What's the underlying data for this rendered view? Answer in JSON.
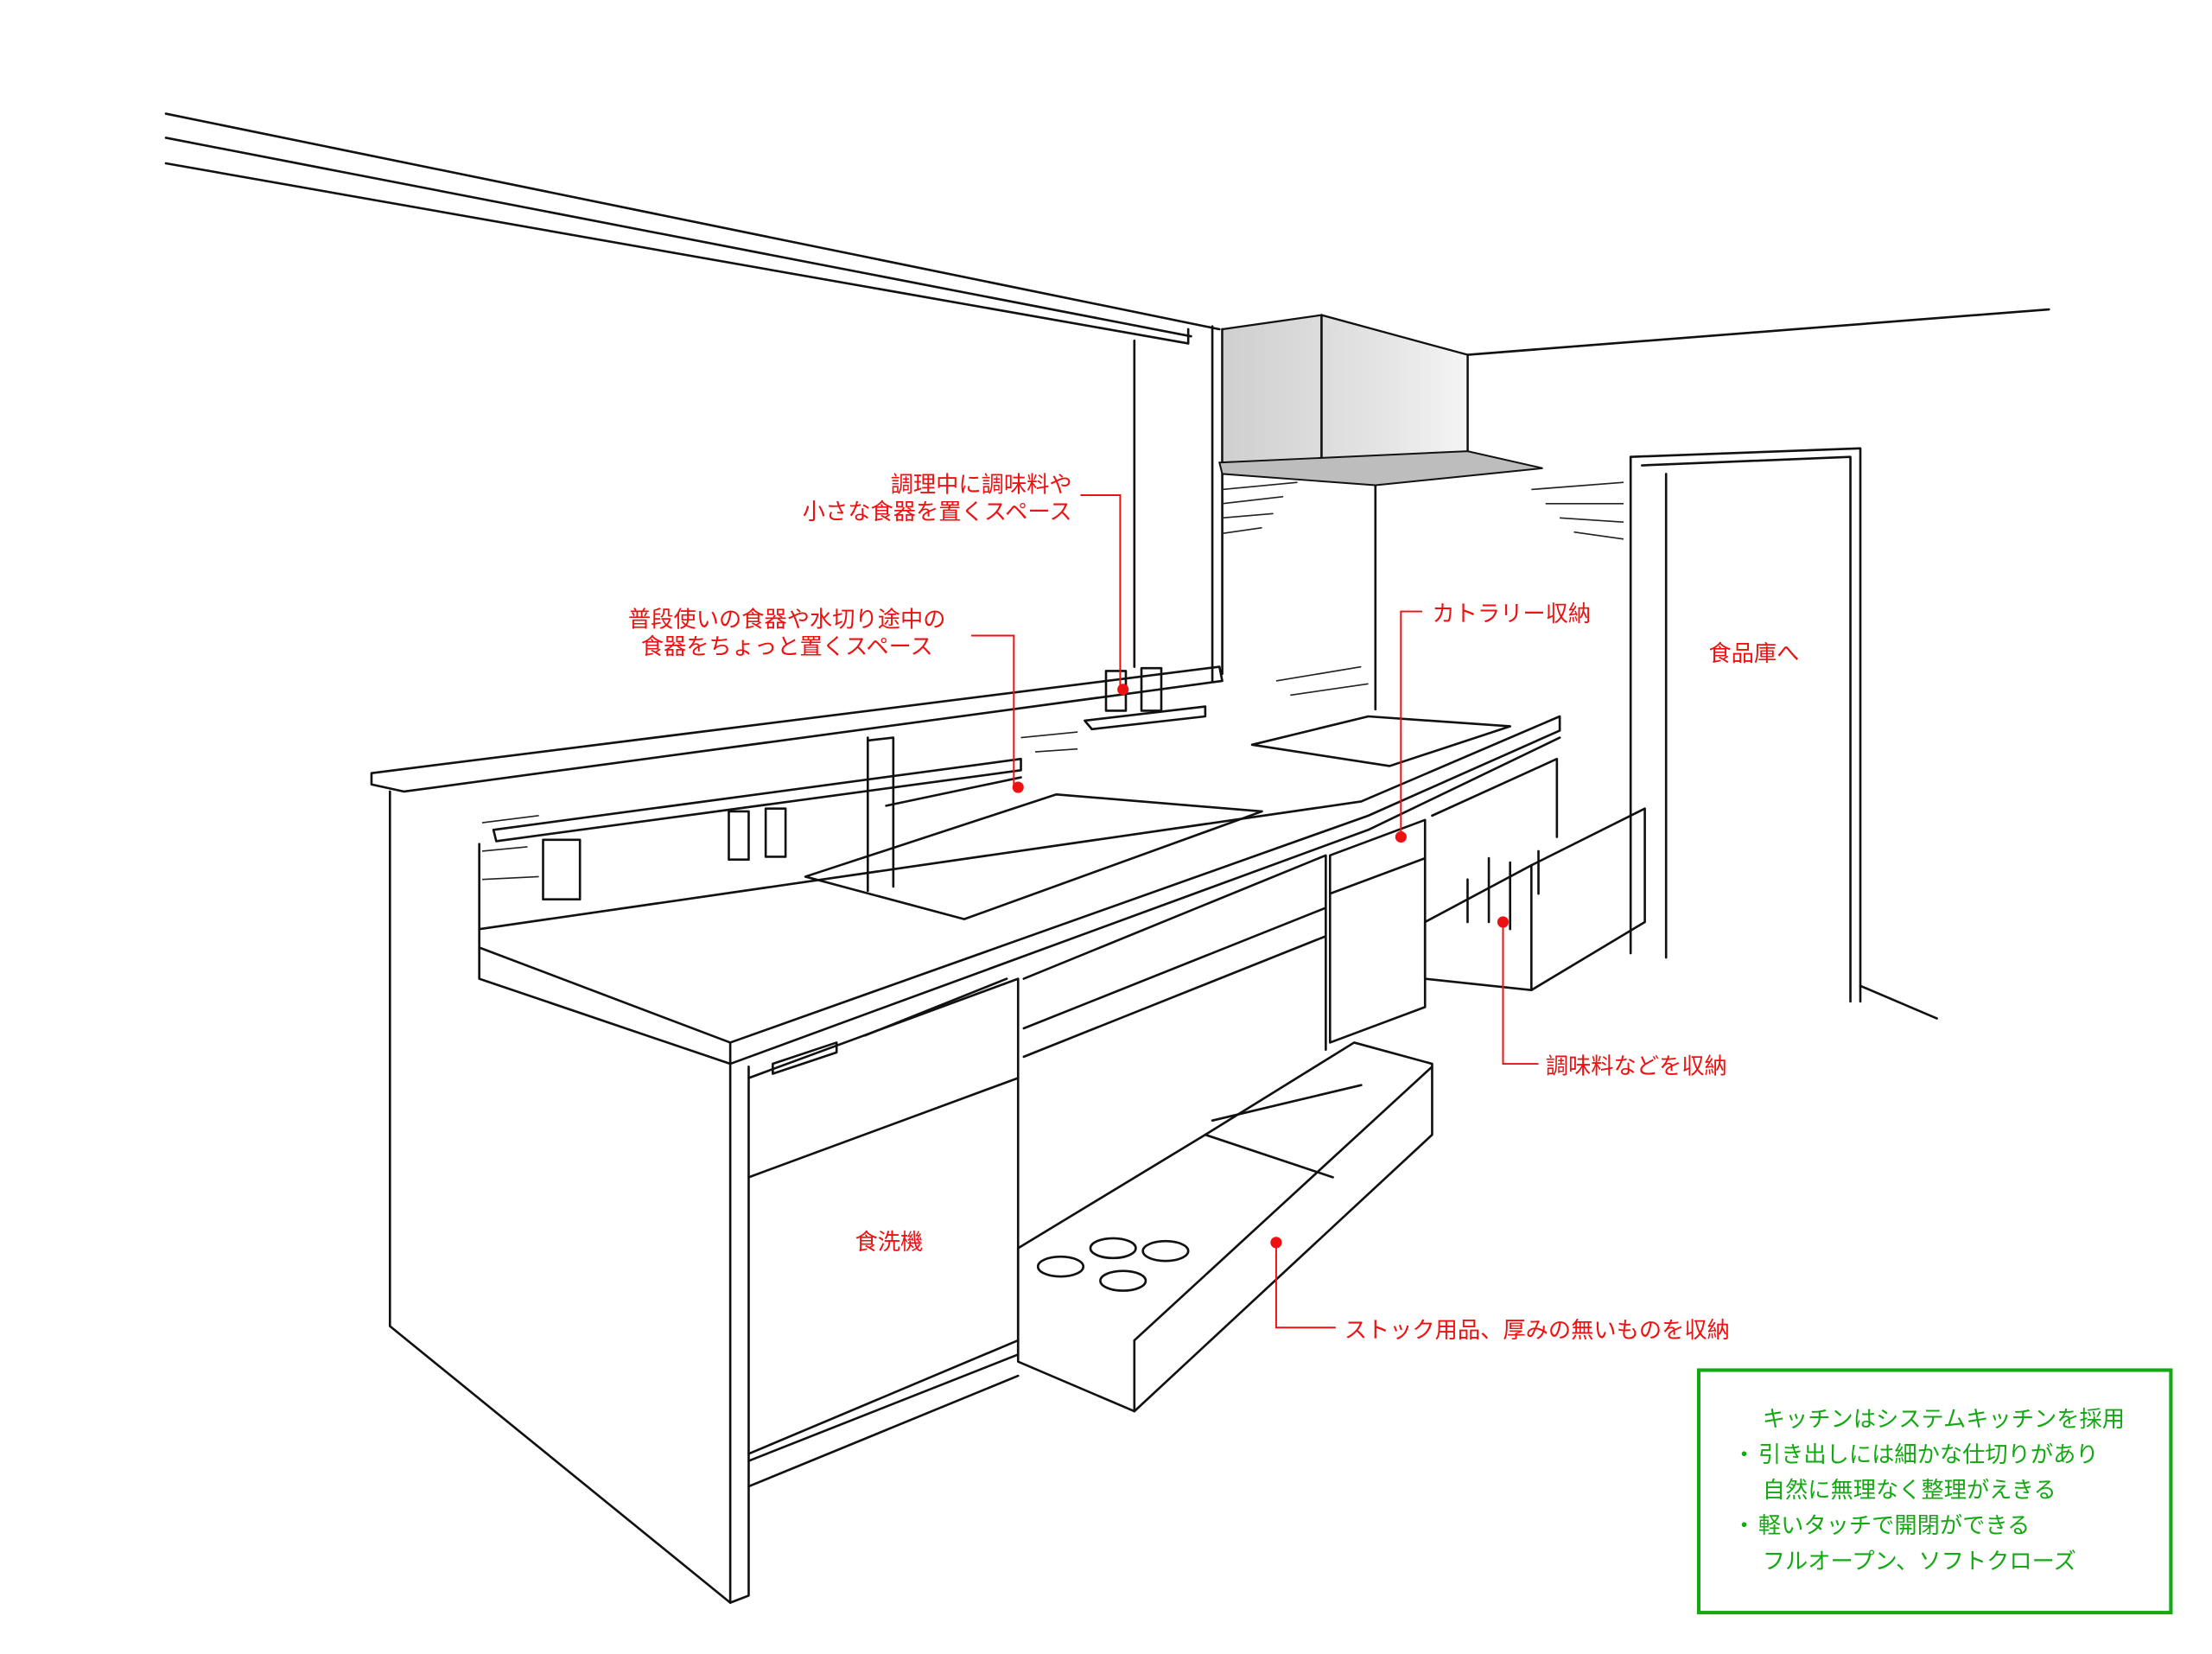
{
  "labels": {
    "seasoning_space": [
      "調理中に調味料や",
      "小さな食器を置くスペース"
    ],
    "dish_space": [
      "普段使いの食器や水切り途中の",
      "食器をちょっと置くスペース"
    ],
    "cutlery": "カトラリー収納",
    "pantry": "食品庫へ",
    "seasoning_storage": "調味料などを収納",
    "dishwasher": "食洗機",
    "stock_storage": "ストック用品、厚みの無いものを収納"
  },
  "note": {
    "lines": [
      "キッチンはシステムキッチンを採用",
      "引き出しには細かな仕切りがあり",
      "自然に無理なく整理がえきる",
      "軽いタッチで開閉ができる",
      "フルオープン、ソフトクローズ"
    ],
    "bullet": "・"
  },
  "colors": {
    "annotation": "#ee1111",
    "note": "#14a814",
    "hood": "#d9d9d9"
  }
}
